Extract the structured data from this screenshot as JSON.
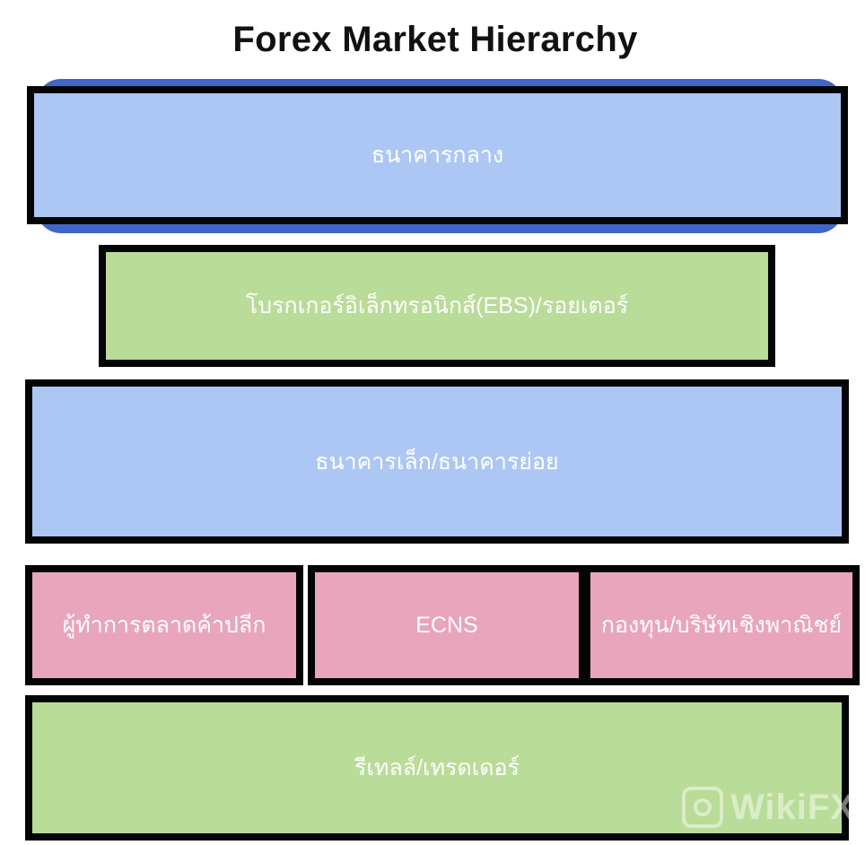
{
  "title": "Forex Market Hierarchy",
  "levels": {
    "central_bank": "ธนาคารกลาง",
    "electronic_brokers": "โบรกเกอร์อิเล็กทรอนิกส์(EBS)/รอยเตอร์",
    "small_banks": "ธนาคารเล็ก/ธนาคารย่อย",
    "row4": [
      "ผู้ทำการตลาดค้าปลีก",
      "ECNS",
      "กองทุน/บริษัทเชิงพาณิชย์"
    ],
    "retail_traders": "รีเทลล์/เทรดเดอร์"
  },
  "watermark": "WikiFX",
  "colors": {
    "blue": "#adc7f5",
    "green": "#b9dc98",
    "pink": "#e8a5bb",
    "border": "#050505",
    "text": "#ffffff"
  }
}
